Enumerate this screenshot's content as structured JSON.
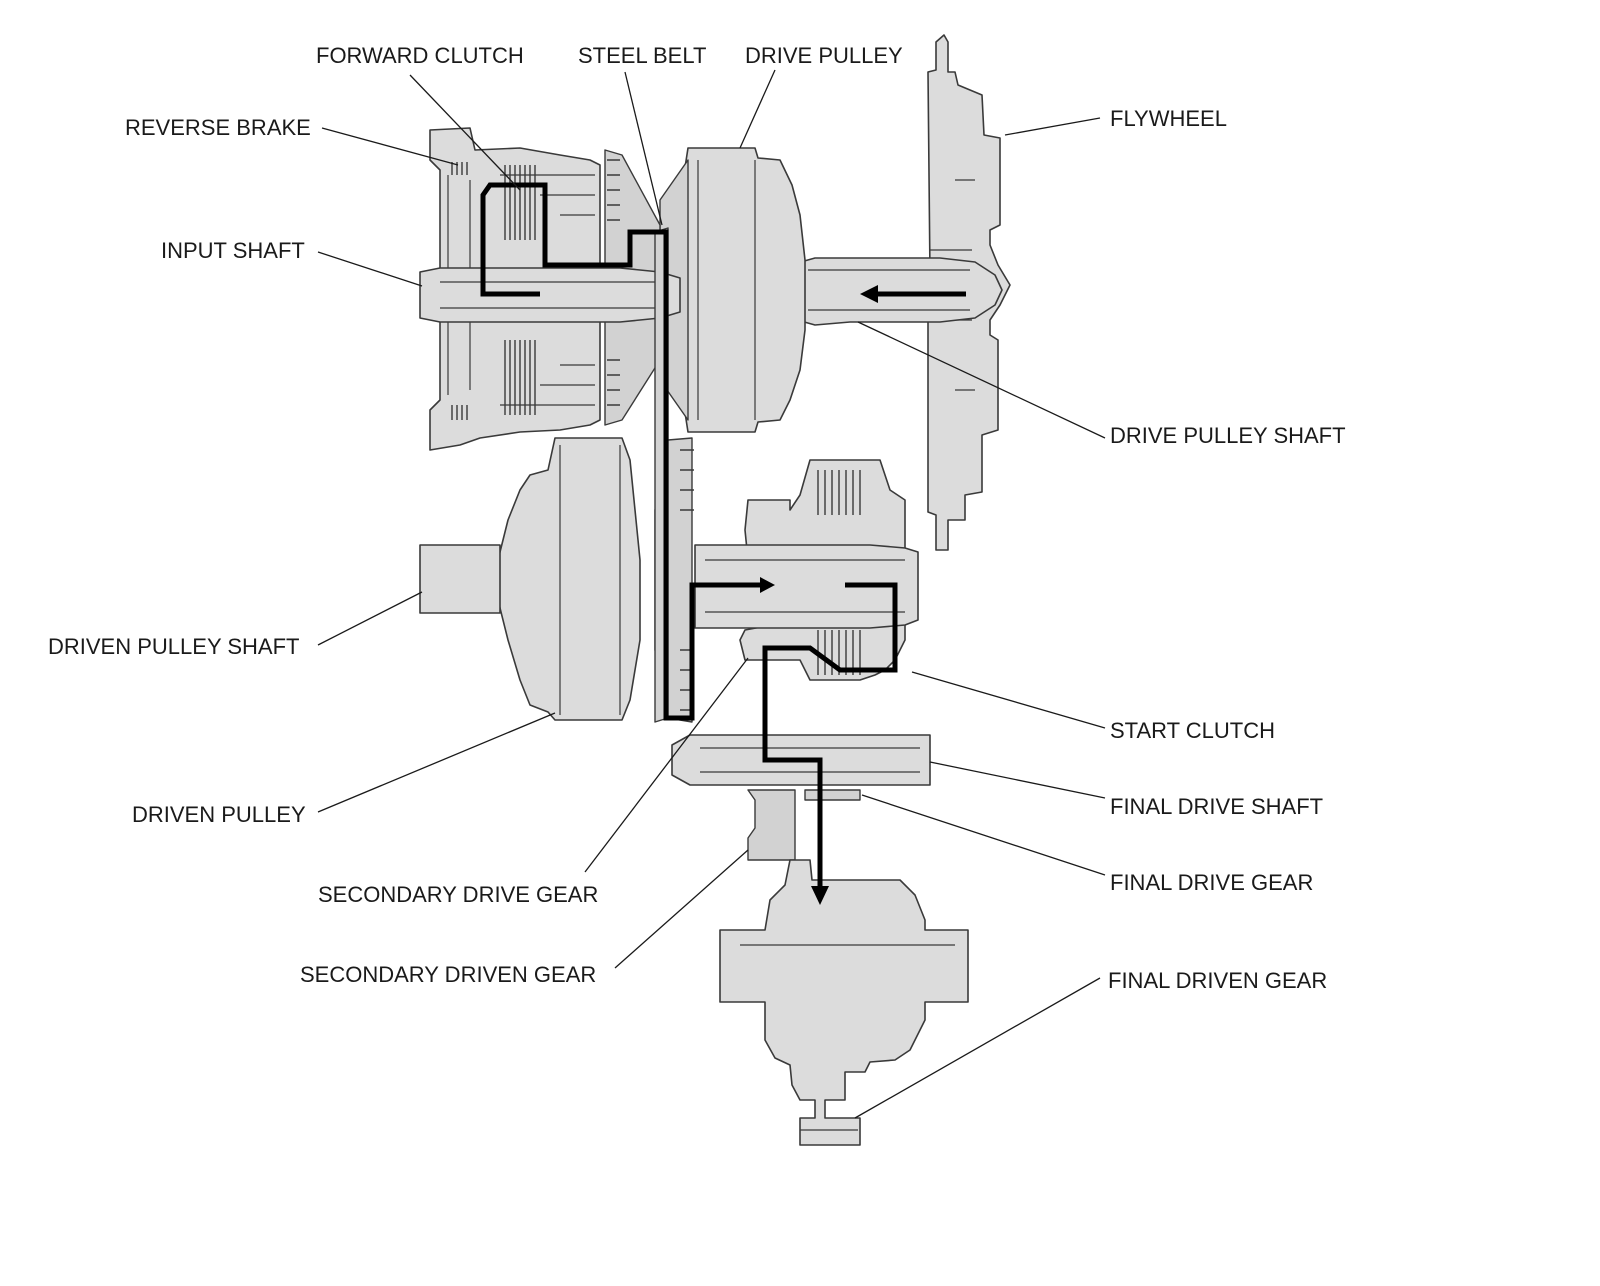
{
  "labels": {
    "forward_clutch": "FORWARD CLUTCH",
    "steel_belt": "STEEL BELT",
    "drive_pulley": "DRIVE PULLEY",
    "reverse_brake": "REVERSE BRAKE",
    "flywheel": "FLYWHEEL",
    "input_shaft": "INPUT SHAFT",
    "drive_pulley_shaft": "DRIVE PULLEY SHAFT",
    "driven_pulley_shaft": "DRIVEN PULLEY SHAFT",
    "start_clutch": "START CLUTCH",
    "final_drive_shaft": "FINAL DRIVE SHAFT",
    "driven_pulley": "DRIVEN PULLEY",
    "final_drive_gear": "FINAL DRIVE GEAR",
    "secondary_drive_gear": "SECONDARY DRIVE GEAR",
    "secondary_driven_gear": "SECONDARY DRIVEN GEAR",
    "final_driven_gear": "FINAL DRIVEN GEAR"
  },
  "colors": {
    "part_fill": "#dcdcdc",
    "outline": "#3a3a3a",
    "power_flow": "#000000"
  }
}
